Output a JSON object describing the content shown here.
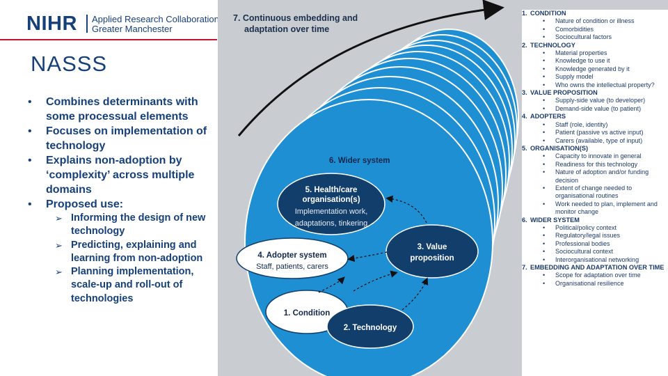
{
  "logo": {
    "brand": "NIHR",
    "line1": "Applied Research Collaboration",
    "line2": "Greater Manchester"
  },
  "title": "NASSS",
  "bullets": [
    "Combines determinants with some processual elements",
    "Focuses on implementation of technology",
    "Explains non-adoption by ‘complexity’ across multiple domains",
    "Proposed use:"
  ],
  "sub_bullets": [
    "Informing the design of new technology",
    "Predicting, explaining and learning from non-adoption",
    "Planning implementation, scale-up and roll-out of technologies"
  ],
  "diagram": {
    "top_label_line1": "7.  Continuous embedding and",
    "top_label_line2": "adaptation over time",
    "wider_system": "6. Wider system",
    "org_line1": "5. Health/care",
    "org_line2": "organisation(s)",
    "org_line3": "Implementation work,",
    "org_line4": "adaptations, tinkering",
    "adopter_line1": "4. Adopter system",
    "adopter_line2": "Staff, patients, carers",
    "value_line1": "3. Value",
    "value_line2": "proposition",
    "condition": "1. Condition",
    "technology": "2. Technology",
    "colors": {
      "blue": "#1f8fd4",
      "dark": "#123e6c",
      "panel": "#c9cdd2"
    }
  },
  "domains": [
    {
      "num": "1.",
      "name": "CONDITION",
      "items": [
        "Nature of condition or illness",
        "Comorbidities",
        "Sociocultural factors"
      ]
    },
    {
      "num": "2.",
      "name": "TECHNOLOGY",
      "items": [
        "Material properties",
        "Knowledge to use it",
        "Knowledge generated by it",
        "Supply model",
        "Who owns the intellectual property?"
      ]
    },
    {
      "num": "3.",
      "name": "VALUE PROPOSITION",
      "items": [
        "Supply-side value (to developer)",
        "Demand-side value (to patient)"
      ]
    },
    {
      "num": "4.",
      "name": "ADOPTERS",
      "items": [
        "Staff (role, identity)",
        "Patient (passive vs active input)",
        "Carers (available, type of input)"
      ]
    },
    {
      "num": "5.",
      "name": "ORGANISATION(S)",
      "items": [
        "Capacity to innovate in general",
        "Readiness for this technology",
        "Nature of adoption and/or funding decision",
        "Extent of change needed to organisational routines",
        "Work needed to plan, implement and monitor change"
      ]
    },
    {
      "num": "6.",
      "name": "WIDER SYSTEM",
      "items": [
        "Political/policy context",
        "Regulatory/legal issues",
        "Professional bodies",
        "Sociocultural context",
        "Interorganisational networking"
      ]
    },
    {
      "num": "7.",
      "name": "EMBEDDING AND ADAPTATION OVER TIME",
      "items": [
        "Scope for adaptation over time",
        "Organisational resilience"
      ]
    }
  ]
}
